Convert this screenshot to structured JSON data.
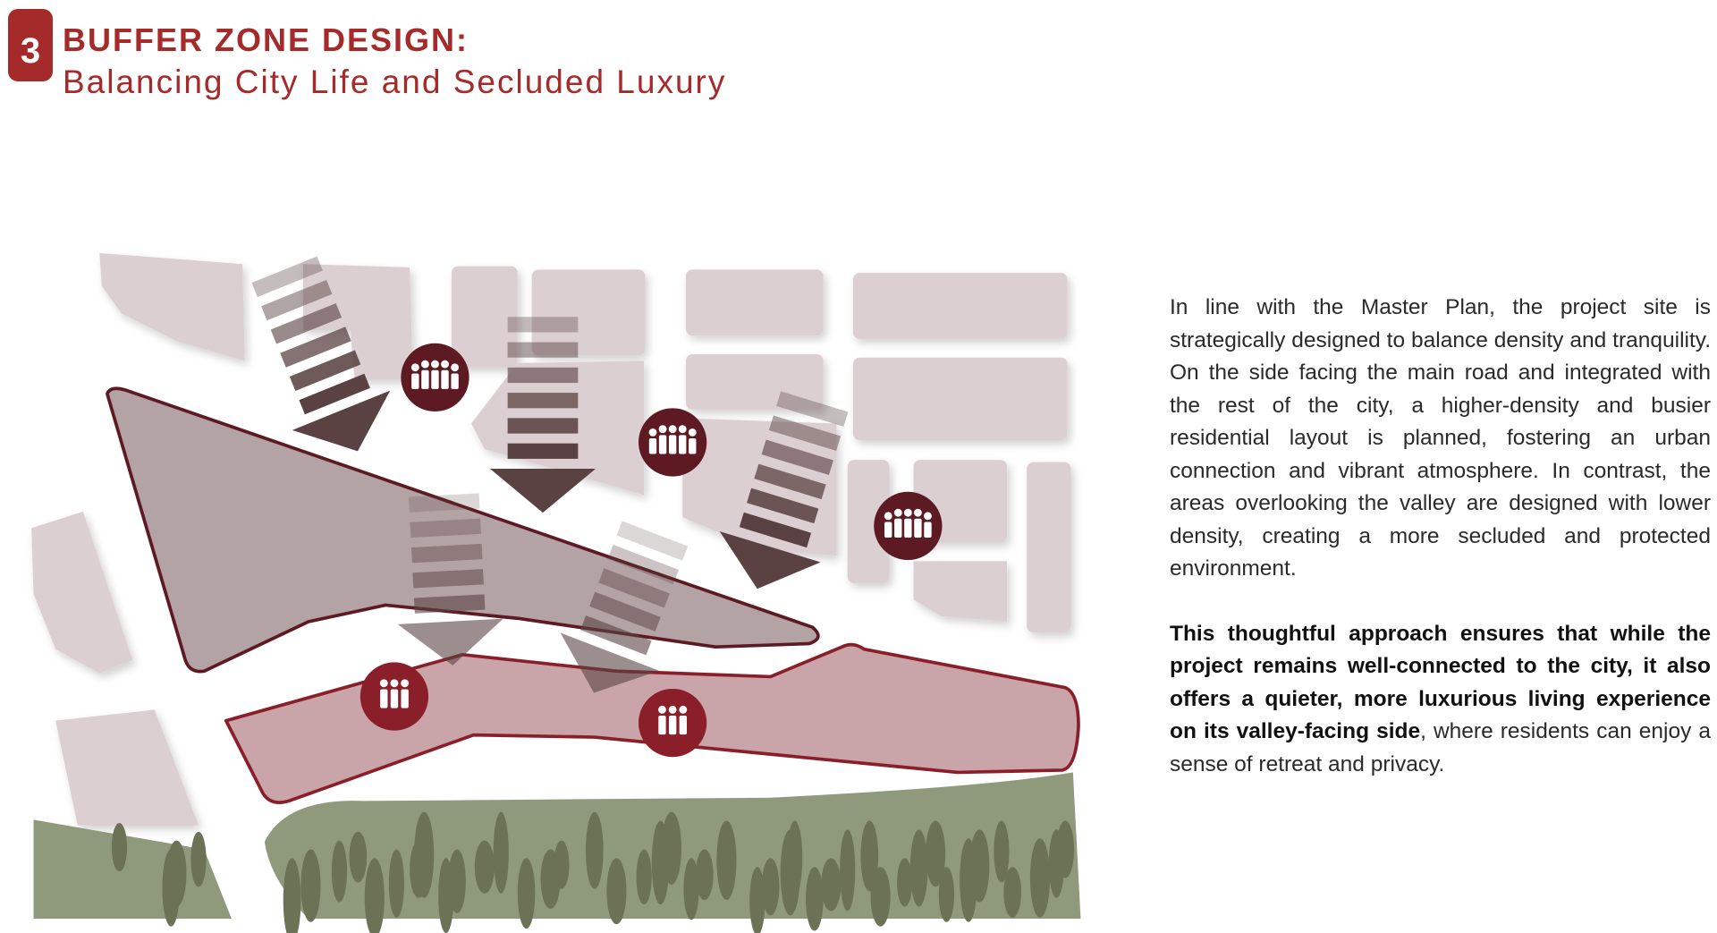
{
  "header": {
    "number": "3",
    "title": "BUFFER ZONE DESIGN:",
    "subtitle": "Balancing City Life and Secluded Luxury"
  },
  "description": {
    "paragraph1": "In line with the Master Plan, the project site is strategically designed to balance density and tranquility. On the side facing the main road and integrated with the rest of the city, a higher-density and busier residential layout is planned, fostering an urban connection and vibrant atmosphere. In contrast, the areas overlooking the valley are designed with lower density, creating a more secluded and protected environment.",
    "paragraph2_bold": "This thoughtful approach ensures that while the project remains well-connected to the city, it also offers a quieter, more luxurious living experience on its valley-facing side",
    "paragraph2_rest": ", where residents can enjoy a sense of retreat and privacy."
  },
  "colors": {
    "accent": "#a52a2a",
    "blocks": "#dccfd2",
    "high_density_zone": "#b4a3a5",
    "low_density_zone": "#c9a5aa",
    "valley_green": "#8f9a7c",
    "trees": "#6b7255",
    "arrows": "#5a4242"
  },
  "icons": [
    "crowd-icon",
    "group-icon",
    "flow-arrow"
  ]
}
